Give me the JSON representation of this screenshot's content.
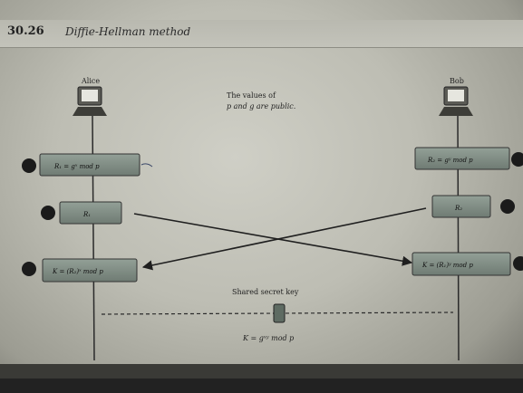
{
  "header": {
    "section_number": "30.26",
    "section_title": "Diffie-Hellman method"
  },
  "figure": {
    "alice_label": "Alice",
    "bob_label": "Bob",
    "public_note": [
      "The values of",
      "p and g are public."
    ],
    "alice_step1": "R₁ = gˣ mod p",
    "alice_step2": "R₁",
    "alice_step3": "K = (R₂)ˣ mod p",
    "bob_step1": "R₂ = gʸ mod p",
    "bob_step2": "R₂",
    "bob_step3": "K = (R₁)ʸ mod p",
    "shared_key_label": "Shared secret key",
    "shared_key_formula": "K = gˣʸ mod p"
  },
  "colors": {
    "box_fill": "#7e8a82",
    "box_fill_light": "#93a097",
    "marker": "#1b1b1b",
    "line": "#1f1f1f"
  }
}
